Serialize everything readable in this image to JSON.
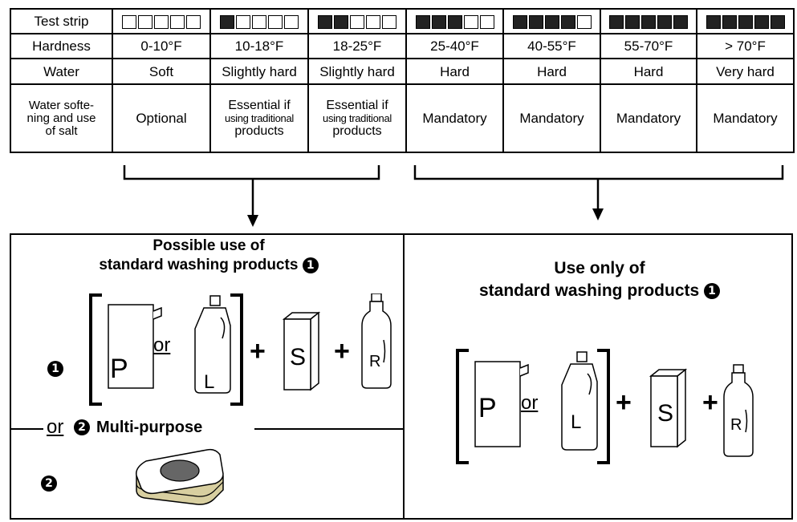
{
  "table": {
    "row_labels": {
      "strip": "Test strip",
      "hardness": "Hardness",
      "water": "Water",
      "salt_lines": [
        "Water softe-",
        "ning and use",
        "of salt"
      ]
    },
    "columns": [
      {
        "filled": 0,
        "hardness": "0-10°F",
        "water": "Soft",
        "salt": "Optional"
      },
      {
        "filled": 1,
        "hardness": "10-18°F",
        "water": "Slightly hard",
        "salt_lines": [
          "Essential if",
          "using traditional",
          "products"
        ]
      },
      {
        "filled": 2,
        "hardness": "18-25°F",
        "water": "Slightly hard",
        "salt_lines": [
          "Essential if",
          "using traditional",
          "products"
        ]
      },
      {
        "filled": 3,
        "hardness": "25-40°F",
        "water": "Hard",
        "salt": "Mandatory"
      },
      {
        "filled": 4,
        "hardness": "40-55°F",
        "water": "Hard",
        "salt": "Mandatory"
      },
      {
        "filled": 5,
        "hardness": "55-70°F",
        "water": "Hard",
        "salt": "Mandatory"
      },
      {
        "filled": 5,
        "hardness": "> 70°F",
        "water": "Very hard",
        "salt": "Mandatory"
      }
    ]
  },
  "left_panel": {
    "title_line1": "Possible use of",
    "title_line2": "standard washing products",
    "badge1": "❶",
    "badge2": "❷",
    "or_text": "or",
    "multi_purpose": "Multi-purpose",
    "products": {
      "powder": "P",
      "liquid": "L",
      "salt": "S",
      "rinse": "R"
    }
  },
  "right_panel": {
    "title_line1": "Use only of",
    "title_line2": "standard washing products",
    "badge1": "❶",
    "or_text": "or",
    "products": {
      "powder": "P",
      "liquid": "L",
      "salt": "S",
      "rinse": "R"
    }
  },
  "colors": {
    "line": "#000000",
    "strip_filled": "#222222",
    "tablet_top": "#666666",
    "tablet_band": "#d8cfa0"
  }
}
